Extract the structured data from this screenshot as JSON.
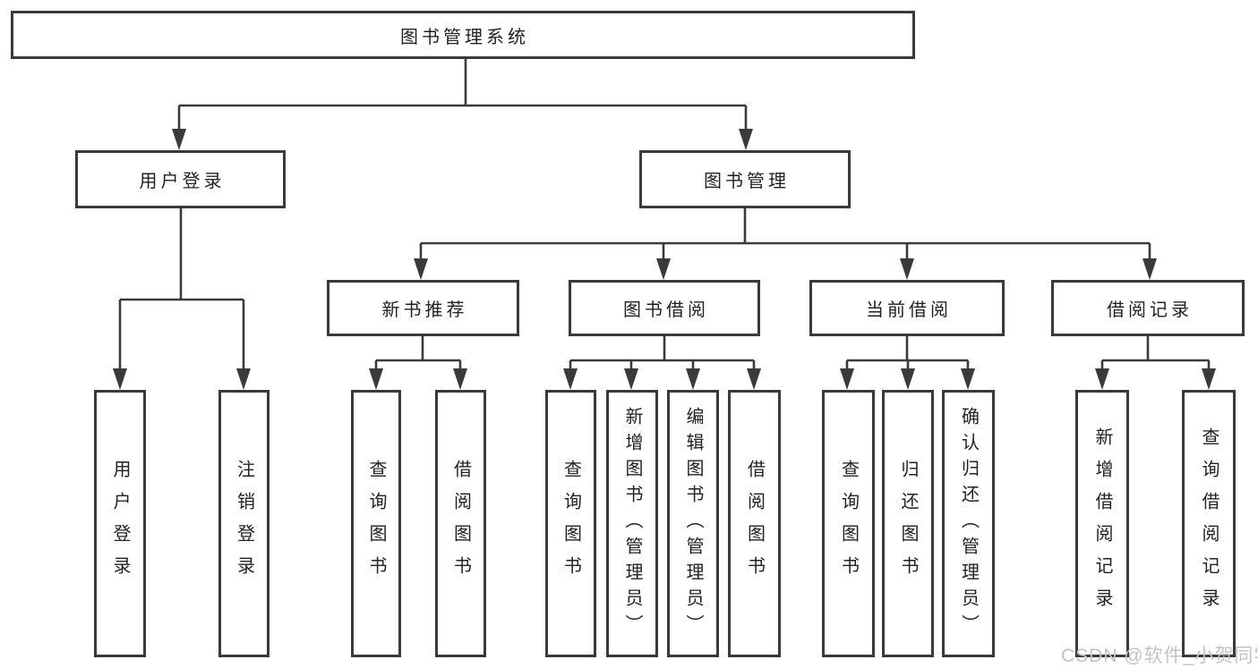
{
  "diagram": {
    "title": "图书管理系统",
    "colors": {
      "line": "#3a3a3a",
      "text": "#222222",
      "background": "#ffffff",
      "watermark": "#c3c3c3"
    },
    "nodes": {
      "root": "图书管理系统",
      "user_login": "用户登录",
      "book_mgmt": "图书管理",
      "new_book_rec": "新书推荐",
      "book_borrow": "图书借阅",
      "current_borrow": "当前借阅",
      "borrow_records": "借阅记录",
      "leaf_user_login": "用户登录",
      "leaf_logout": "注销登录",
      "rec_query_book": "查询图书",
      "rec_borrow_book": "借阅图书",
      "bb_query_book": "查询图书",
      "bb_add_book": "新增图书（管理员）",
      "bb_edit_book": "编辑图书（管理员）",
      "bb_borrow_book": "借阅图书",
      "cb_query_book": "查询图书",
      "cb_return_book": "归还图书",
      "cb_confirm_return": "确认归还（管理员）",
      "br_add_record": "新增借阅记录",
      "br_query_record": "查询借阅记录"
    },
    "hierarchy": {
      "图书管理系统": {
        "用户登录": [
          "用户登录",
          "注销登录"
        ],
        "图书管理": {
          "新书推荐": [
            "查询图书",
            "借阅图书"
          ],
          "图书借阅": [
            "查询图书",
            "新增图书（管理员）",
            "编辑图书（管理员）",
            "借阅图书"
          ],
          "当前借阅": [
            "查询图书",
            "归还图书",
            "确认归还（管理员）"
          ],
          "借阅记录": [
            "新增借阅记录",
            "查询借阅记录"
          ]
        }
      }
    }
  },
  "watermark": {
    "text": "CSDN @软件_小贺同学"
  }
}
